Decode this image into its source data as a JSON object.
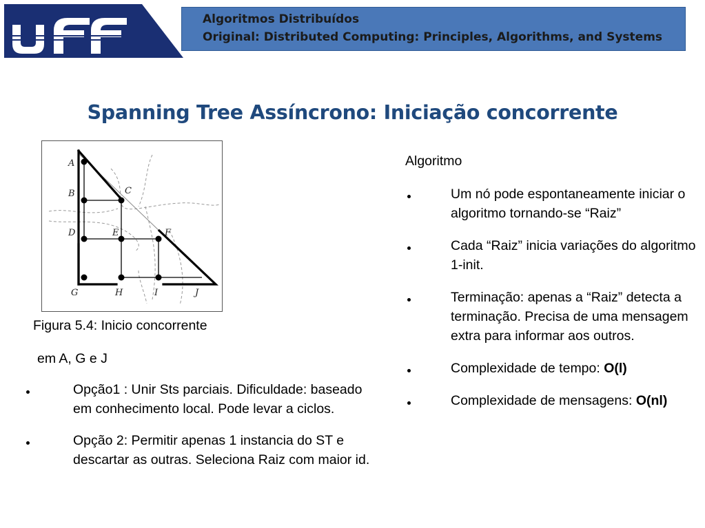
{
  "header": {
    "logo_text": "uff",
    "line1": "Algoritmos Distribuídos",
    "line2": "Original: Distributed Computing: Principles, Algorithms, and Systems"
  },
  "slide": {
    "title": "Spanning Tree Assíncrono: Iniciação concorrente"
  },
  "figure": {
    "nodes": [
      "A",
      "B",
      "C",
      "D",
      "E",
      "F",
      "G",
      "H",
      "I",
      "J"
    ],
    "caption_line1": "Figura 5.4: Inicio concorrente",
    "caption_line2": "em A, G e J"
  },
  "left_bullets": [
    {
      "text": "Opção1 : Unir Sts parciais. Dificuldade: baseado em conhecimento local. Pode levar a ciclos."
    },
    {
      "text": "Opção 2: Permitir apenas 1 instancia do ST e descartar as outras. Seleciona Raiz com maior id."
    }
  ],
  "right": {
    "heading": "Algoritmo",
    "bullets": [
      {
        "text": "Um nó pode espontaneamente iniciar o algoritmo tornando-se “Raiz”"
      },
      {
        "text": "Cada “Raiz” inicia variações do algoritmo 1-init."
      },
      {
        "text": "Terminação: apenas a “Raiz” detecta a terminação. Precisa de uma mensagem extra para informar aos outros."
      },
      {
        "prefix": "Complexidade de tempo: ",
        "bold": "O(l)"
      },
      {
        "prefix": "Complexidade de mensagens: ",
        "bold": "O(nl)"
      }
    ]
  },
  "colors": {
    "title_blue": "#1f497d",
    "banner_blue": "#4a78b8",
    "logo_navy": "#1a2f73"
  }
}
